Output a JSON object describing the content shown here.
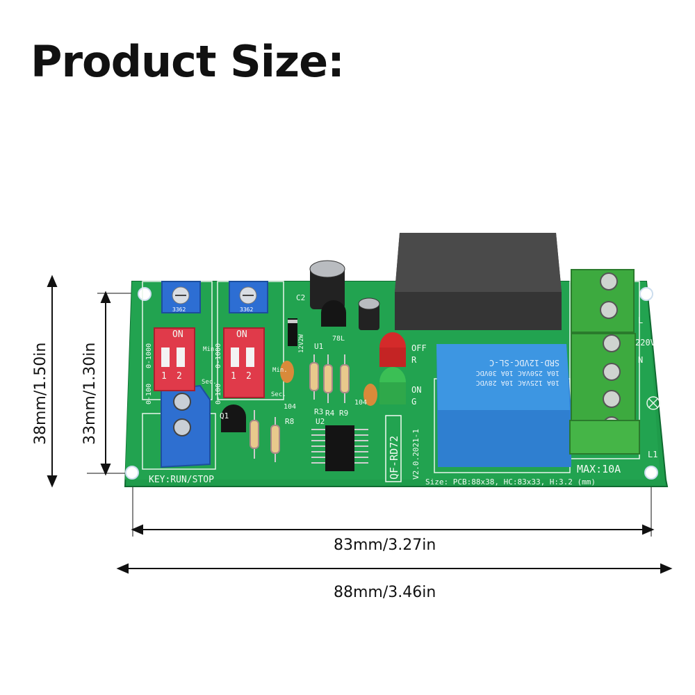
{
  "title": "Product Size:",
  "dimensions": {
    "height_outer": "38mm/1.50in",
    "height_inner": "33mm/1.30in",
    "width_inner": "83mm/3.27in",
    "width_outer": "88mm/3.46in"
  },
  "board": {
    "model": "QF-RD72",
    "version": "V2.0.2021-1",
    "size_note": "Size: PCB:88x38, HC:83x33, H:3.2 (mm)",
    "key_label": "KEY:RUN/STOP",
    "max_label": "MAX:10A",
    "relay_line1": "SRD-12VDC-SL-C",
    "relay_line2": "10A 250VAC  10A 30VDC",
    "relay_line3": "10A 125VAC  10A 28VDC",
    "dip_on": "ON",
    "dip_1": "1",
    "dip_2": "2",
    "pot_code": "3362",
    "range_a": "0-1000",
    "range_b": "0-100",
    "min_label": "Min.",
    "sec_label": "Sec.",
    "off_label": "OFF",
    "r_label": "R",
    "on_label": "ON",
    "g_label": "G",
    "v220": "220V",
    "l_label": "L",
    "n_label": "N",
    "l1_label": "L1",
    "c2": "C2",
    "u1": "U1",
    "u2": "U2",
    "r3": "R3",
    "r4": "R4",
    "r8": "R8",
    "r9": "R9",
    "q1": "Q1",
    "cap104": "104",
    "reg78l": "78L",
    "zener": "12V2W"
  },
  "colors": {
    "pcb": "#1e9a4a",
    "relay": "#3a8fd6",
    "terminal_green": "#3daa3f",
    "terminal_blue": "#2e6fd0",
    "dip_red": "#e03a4a",
    "transformer": "#3d3d3d"
  }
}
